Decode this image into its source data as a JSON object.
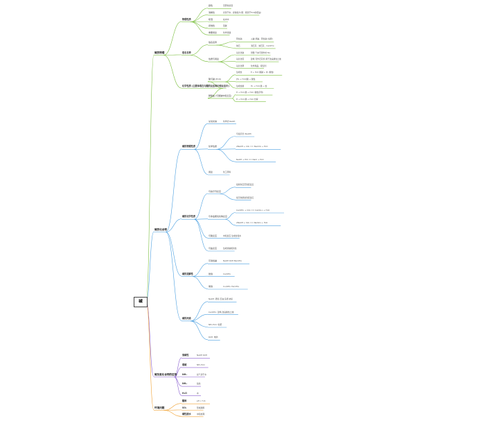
{
  "root": {
    "label": "碱"
  },
  "colors": {
    "green": "#7bbf3f",
    "blue": "#4a9fe0",
    "purple": "#8a5fd0",
    "orange": "#f0a030",
    "root_border": "#444444"
  },
  "branches": [
    {
      "key": "b1",
      "label": "碱的物理",
      "color": "#7bbf3f",
      "children": [
        {
          "label": "物理性质",
          "children": [
            {
              "label": "颜色",
              "detail": "无著色溶液"
            },
            {
              "label": "溶解性",
              "detail": "易溶于水，腐蚀性大(量：能溶于H₂O的结晶)"
            },
            {
              "label": "吸湿",
              "detail": "在水中"
            },
            {
              "label": "腐蚀性",
              "detail": "强碱"
            },
            {
              "label": "重要用途",
              "detail": "化学基础"
            }
          ]
        },
        {
          "label": "俗名名称",
          "children": [
            {
              "label": "俗名名称",
              "children": [
                {
                  "label": "苛性钠",
                  "detail": "火碱 烧碱、苛性钠 (俗称)"
                },
                {
                  "label": "熟石",
                  "detail": "消石灰、熟石灰、Ca(OH)₂"
                }
              ]
            },
            {
              "label": "性质与用途",
              "children": [
                {
                  "label": "氢氧化钠",
                  "detail": "测量 汽车可用作补 Na"
                },
                {
                  "label": "氢氧化钙",
                  "detail": "建筑 可作石灰浆 用于改良酸性土壤"
                },
                {
                  "label": "氢氧化钾",
                  "detail": "化学用品、吸湿剂"
                }
              ]
            }
          ]
        },
        {
          "label": "化学性质 (主要体现在与酸的反应和中和反应中)",
          "children": [
            {
              "label": "酸与碱 (H₂O)",
              "children": [
                {
                  "label": "生成盐",
                  "detail": "E + H₂O 酸碱 + 水 (酸性)"
                },
                {
                  "label": "",
                  "detail": "[Fe + H₂O]酸 → 酸性"
                },
                {
                  "label": "生成盐酸",
                  "detail": "H₂ + H₂O 酸 → 盐"
                }
              ]
            },
            {
              "label": "碳酸盐 (与酸碱中和反应)",
              "children": [
                {
                  "label": "",
                  "detail": "H + H₂O 酸 → H₂O (酸性示例)"
                },
                {
                  "label": "",
                  "detail": "H + H₂O 酸 → H₂O 分解"
                }
              ]
            }
          ]
        }
      ]
    },
    {
      "key": "b2",
      "label": "碱的化合物",
      "color": "#4a9fe0",
      "children": [
        {
          "label": "碱的物理性质",
          "children": [
            {
              "label": "氢氧化钠",
              "detail": "化学式 NaOH"
            },
            {
              "label": "化学性质",
              "children": [
                {
                  "label": "",
                  "detail": "与指示剂 (NaOH)"
                },
                {
                  "label": "",
                  "detail": "2NaOH + CO₂ == Na₂CO₃ + H₂O"
                },
                {
                  "label": "",
                  "detail": "NaOH + HCl == NaCl + H₂O"
                }
              ]
            },
            {
              "label": "用途",
              "detail": "化工原料"
            }
          ]
        },
        {
          "label": "碱的化学性质",
          "children": [
            {
              "label": "与指示剂反应",
              "children": [
                {
                  "label": "",
                  "detail": "使紫色石蕊溶液变蓝"
                },
                {
                  "label": "",
                  "detail": "使无色酚酞溶液变红"
                }
              ]
            },
            {
              "label": "与非金属氧化物反应",
              "children": [
                {
                  "label": "",
                  "detail": "Ca(OH)₂ + CO₂ == CaCO₃↓ + H₂O"
                },
                {
                  "label": "",
                  "detail": "2NaOH + SO₂ == Na₂SO₃ + H₂O"
                }
              ]
            },
            {
              "label": "与酸反应",
              "detail": "中和反应 生成盐和水"
            },
            {
              "label": "与盐反应",
              "detail": "生成新碱和新盐"
            }
          ]
        },
        {
          "label": "碱的溶解性",
          "children": [
            {
              "label": "可溶性碱",
              "detail": "NaOH KOH Ba(OH)₂"
            },
            {
              "label": "微溶",
              "detail": "Ca(OH)₂"
            },
            {
              "label": "难溶",
              "detail": "Cu(OH)₂ Fe(OH)₃"
            }
          ]
        },
        {
          "label": "碱的用途",
          "children": [
            {
              "label": "",
              "detail": "NaOH: 肥皂 石油 造纸 纺织"
            },
            {
              "label": "",
              "detail": "Ca(OH)₂: 建筑 改良酸性土壤"
            },
            {
              "label": "",
              "detail": "NH₃·H₂O: 化肥"
            },
            {
              "label": "",
              "detail": "KOH: 电池"
            }
          ]
        }
      ]
    },
    {
      "key": "b3",
      "label": "碱及氢化合物的区别",
      "color": "#8a5fd0",
      "children": [
        {
          "label": "强碱性",
          "detail": "NaOH KOH"
        },
        {
          "label": "弱碱",
          "detail": "NH₃·H₂O"
        },
        {
          "label": "NH₃",
          "detail": "氨气溶于水"
        },
        {
          "label": "NH₄",
          "detail": "铵盐"
        },
        {
          "label": "H₂O",
          "detail": "水"
        }
      ]
    },
    {
      "key": "b4",
      "label": "环境问题",
      "color": "#f0a030",
      "children": [
        {
          "label": "酸雨",
          "detail": "pH < 5.6"
        },
        {
          "label": "SO₂",
          "detail": "形成酸雨"
        },
        {
          "label": "碱性废水",
          "detail": "中和处理"
        }
      ]
    }
  ]
}
